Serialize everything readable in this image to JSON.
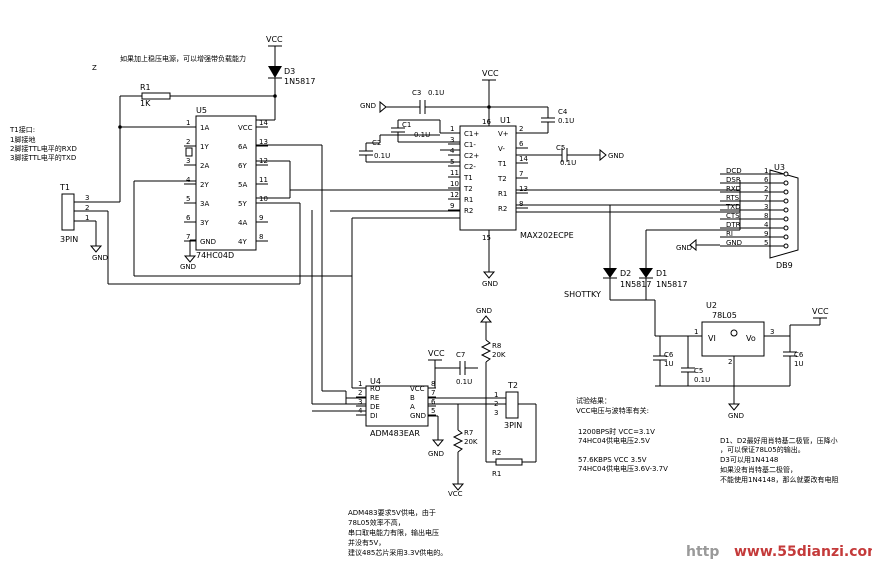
{
  "vcc_labels": [
    "VCC",
    "VCC",
    "VCC",
    "VCC"
  ],
  "gnd_labels": [
    "GND",
    "GND",
    "GND",
    "GND",
    "GND",
    "GND",
    "GND",
    "GND",
    "GND"
  ],
  "note_top": [
    "如果加上稳压电源，可以增强带负载能力",
    "Z"
  ],
  "t1_note": [
    "T1接口:",
    "1脚接地",
    "2脚接TTL电平的RXD",
    "3脚接TTL电平的TXD"
  ],
  "t1": {
    "name": "T1",
    "part": "3PIN",
    "pins": [
      "3",
      "2",
      "1"
    ]
  },
  "d3": {
    "name": "D3",
    "part": "1N5817"
  },
  "r1": {
    "name": "R1",
    "value": "1K"
  },
  "u5": {
    "name": "U5",
    "part": "74HC04D",
    "left": [
      {
        "num": "1",
        "label": "1A"
      },
      {
        "num": "2",
        "label": "1Y"
      },
      {
        "num": "3",
        "label": "2A"
      },
      {
        "num": "4",
        "label": "2Y"
      },
      {
        "num": "5",
        "label": "3A"
      },
      {
        "num": "6",
        "label": "3Y"
      },
      {
        "num": "7",
        "label": "GND"
      }
    ],
    "right": [
      {
        "num": "14",
        "label": "VCC"
      },
      {
        "num": "13",
        "label": "6A"
      },
      {
        "num": "12",
        "label": "6Y"
      },
      {
        "num": "11",
        "label": "5A"
      },
      {
        "num": "10",
        "label": "5Y"
      },
      {
        "num": "9",
        "label": "4A"
      },
      {
        "num": "8",
        "label": "4Y"
      }
    ]
  },
  "u1": {
    "name": "U1",
    "part": "MAX202ECPE",
    "left": [
      {
        "num": "1",
        "label": "C1+"
      },
      {
        "num": "3",
        "label": "C1-"
      },
      {
        "num": "4",
        "label": "C2+"
      },
      {
        "num": "5",
        "label": "C2-"
      },
      {
        "num": "11",
        "label": "T1"
      },
      {
        "num": "10",
        "label": "T2"
      },
      {
        "num": "12",
        "label": "R1"
      },
      {
        "num": "9",
        "label": "R2"
      }
    ],
    "right": [
      {
        "num": "2",
        "label": "V+"
      },
      {
        "num": "6",
        "label": "V-"
      },
      {
        "num": "14",
        "label": "T1"
      },
      {
        "num": "7",
        "label": "T2"
      },
      {
        "num": "13",
        "label": "R1"
      },
      {
        "num": "8",
        "label": "R2"
      }
    ],
    "top_pin": "16",
    "bottom_pin": "15"
  },
  "caps_u1": {
    "c3": {
      "name": "C3",
      "value": "0.1U"
    },
    "c1": {
      "name": "C1",
      "value": "0.1U"
    },
    "c2": {
      "name": "C2",
      "value": "0.1U"
    },
    "c4": {
      "name": "C4",
      "value": "0.1U"
    },
    "c5": {
      "name": "C5",
      "value": "0.1U"
    }
  },
  "u3": {
    "name": "U3",
    "part": "DB9",
    "signals": [
      {
        "label": "DCD",
        "num": "1"
      },
      {
        "label": "DSR",
        "num": "6"
      },
      {
        "label": "RXD",
        "num": "2"
      },
      {
        "label": "RTS",
        "num": "7"
      },
      {
        "label": "TXD",
        "num": "3"
      },
      {
        "label": "CTS",
        "num": "8"
      },
      {
        "label": "DTR",
        "num": "4"
      },
      {
        "label": "RI",
        "num": "9"
      },
      {
        "label": "GND",
        "num": "5"
      }
    ]
  },
  "d2": {
    "name": "D2",
    "part": "1N5817",
    "label": "SHOTTKY"
  },
  "d1": {
    "name": "D1",
    "part": "1N5817"
  },
  "u2": {
    "name": "U2",
    "part": "78L05",
    "vi": "VI",
    "vo": "Vo",
    "pin_in": "1",
    "pin_gnd": "2",
    "pin_out": "3"
  },
  "u2_caps": {
    "c6": {
      "name": "C6",
      "value": "1U"
    },
    "c6b": {
      "name": "C6",
      "value": "1U"
    },
    "c5b": {
      "name": "C5",
      "value": "0.1U"
    }
  },
  "u4": {
    "name": "U4",
    "part": "ADM483EAR",
    "left": [
      {
        "num": "1",
        "label": "RO"
      },
      {
        "num": "2",
        "label": "RE"
      },
      {
        "num": "3",
        "label": "DE"
      },
      {
        "num": "4",
        "label": "DI"
      }
    ],
    "right": [
      {
        "num": "8",
        "label": "VCC"
      },
      {
        "num": "7",
        "label": "B"
      },
      {
        "num": "6",
        "label": "A"
      },
      {
        "num": "5",
        "label": "GND"
      }
    ]
  },
  "c7": {
    "name": "C7",
    "value": "0.1U"
  },
  "r8": {
    "name": "R8",
    "value": "20K"
  },
  "r7": {
    "name": "R7",
    "value": "20K"
  },
  "r2": {
    "name": "R2",
    "value": ""
  },
  "r1b": {
    "name": "R1",
    "value": ""
  },
  "t2": {
    "name": "T2",
    "part": "3PIN",
    "pins": [
      "1",
      "2",
      "3"
    ]
  },
  "note_rate": [
    "试验结果：",
    "VCC电压与波特率有关:",
    "1200BPS时   VCC=3.1V",
    "74HC04供电电压2.5V",
    "57.6KBPS   VCC   3.5V",
    "74HC04供电电压3.6V-3.7V"
  ],
  "note_diode": [
    "D1、D2最好用肖特基二极管，压降小",
    "，可以保证78L05的输出。",
    "D3可以用1N4148",
    "如果没有肖特基二极管，",
    "不能使用1N4148，那么就要改有电阻"
  ],
  "note_adm": [
    "ADM483要求5V供电，由于",
    "78L05效率不高，",
    "串口取电能力有限，输出电压",
    "并没有5V，",
    "建议485芯片采用3.3V供电的。"
  ],
  "watermark": {
    "prefix": "http",
    "site": "www.55dianzi.com"
  }
}
